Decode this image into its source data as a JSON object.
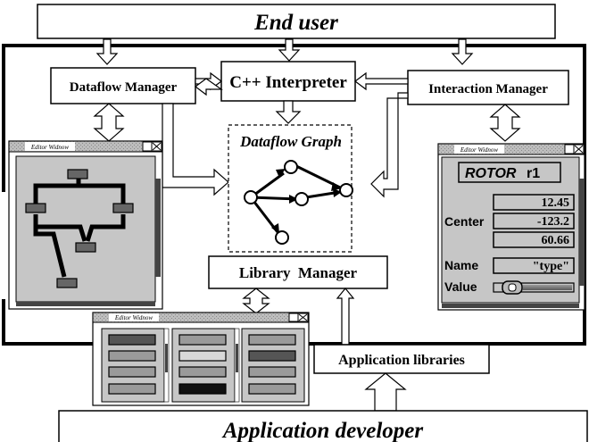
{
  "labels": {
    "end_user": "End user",
    "dataflow_manager": "Dataflow Manager",
    "cpp_interpreter": "C++ Interpreter",
    "interaction_manager": "Interaction Manager",
    "dataflow_graph": "Dataflow Graph",
    "library_manager": "Library  Manager",
    "application_libraries": "Application libraries",
    "application_developer": "Application developer"
  },
  "editor_window_title": "Editor Widnow",
  "rotor_panel": {
    "header_italic": "ROTOR",
    "header_id": "r1",
    "center_label": "Center",
    "center_values": [
      "12.45",
      "-123.2",
      "60.66"
    ],
    "name_label": "Name",
    "name_value": "\"type\"",
    "value_label": "Value"
  },
  "colors": {
    "line": "#000000",
    "panel_gray": "#c0c0c0",
    "node_dark": "#555555",
    "scrollbar": "#444444"
  }
}
